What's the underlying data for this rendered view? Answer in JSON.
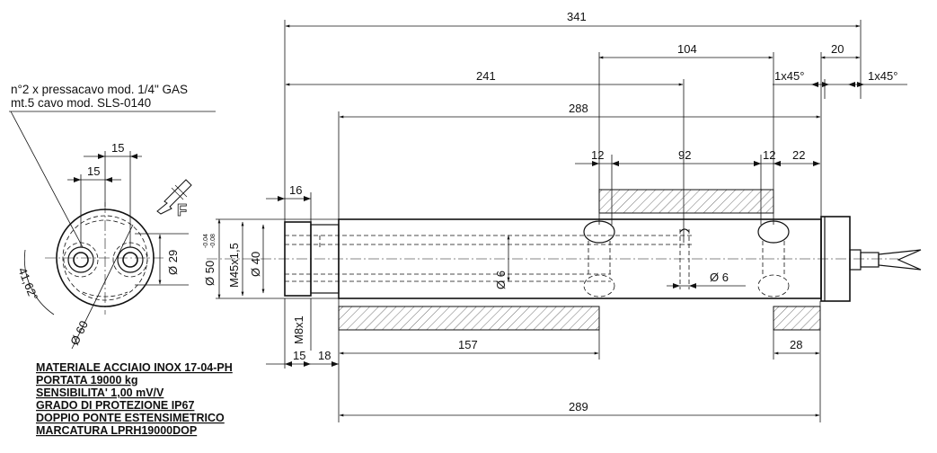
{
  "dimensions": {
    "total_length": "341",
    "length_241": "241",
    "length_288": "288",
    "span_104": "104",
    "span_92": "92",
    "slot_12_left": "12",
    "slot_12_right": "12",
    "end_22": "22",
    "cap_20": "20",
    "chamfer_left": "1x45°",
    "chamfer_right": "1x45°",
    "thread_depth_16": "16",
    "thread_15": "15",
    "shoulder_18": "18",
    "support_157": "157",
    "support_28": "28",
    "length_289": "289",
    "dia_50": "Ø 50",
    "tol_upper": "-0.04",
    "tol_lower": "-0.08",
    "thread_m45": "M45x1,5",
    "dia_40": "Ø 40",
    "thread_m8": "M8x1",
    "hole_dia_6_vertical": "Ø 6",
    "hole_dia_6_horizontal": "Ø 6",
    "end_view_15_top": "15",
    "end_view_15_inner": "15",
    "end_view_dia_29": "Ø 29",
    "end_view_dia_60": "Ø 60",
    "end_view_angle": "41,62°",
    "force_label": "F"
  },
  "notes": {
    "cable_gland_line1": "n°2 x pressacavo mod. 1/4\" GAS",
    "cable_gland_line2": "mt.5 cavo mod. SLS-0140"
  },
  "specs": [
    "MATERIALE ACCIAIO INOX 17-04-PH",
    "PORTATA 19000 kg",
    "SENSIBILITA' 1,00 mV/V",
    "GRADO DI PROTEZIONE IP67",
    "DOPPIO PONTE ESTENSIMETRICO",
    "MARCATURA LPRH19000DOP"
  ]
}
